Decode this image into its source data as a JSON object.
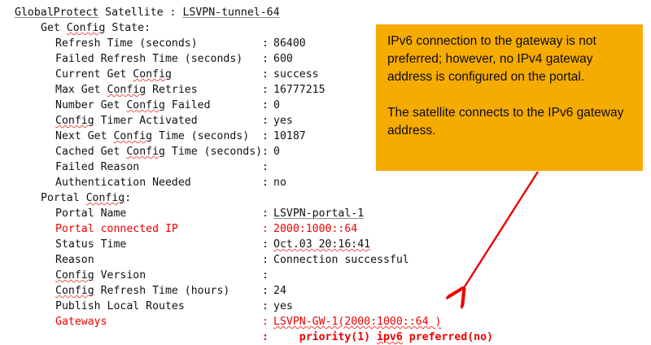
{
  "terminal": {
    "header": {
      "prefix": "GlobalProtect",
      "middle": " Satellite : ",
      "value": "LSVPN-tunnel-64"
    },
    "sections": [
      {
        "title_a": "Get ",
        "title_b": "Config",
        "title_c": " State:",
        "rows": [
          {
            "label": "Refresh Time (seconds)",
            "colon": ":",
            "value": "86400"
          },
          {
            "label": "Failed Refresh Time (seconds)",
            "colon": ":",
            "value": "600"
          },
          {
            "label_a": "Current Get ",
            "label_b": "Config",
            "colon": ":",
            "value": "success"
          },
          {
            "label_a": "Max Get ",
            "label_b": "Config",
            "label_c": " Retries",
            "colon": ":",
            "value": "16777215"
          },
          {
            "label_a": "Number Get ",
            "label_b": "Config",
            "label_c": " Failed",
            "colon": ":",
            "value": "0"
          },
          {
            "label_a": "",
            "label_b": "Config",
            "label_c": " Timer Activated",
            "colon": ":",
            "value": "yes"
          },
          {
            "label_a": "Next Get ",
            "label_b": "Config",
            "label_c": " Time (seconds)",
            "colon": ":",
            "value": "10187"
          },
          {
            "label_a": "Cached Get ",
            "label_b": "Config",
            "label_c": " Time (seconds)",
            "colon": ":",
            "value": "0"
          },
          {
            "label": "Failed Reason",
            "colon": ":",
            "value": ""
          },
          {
            "label": "Authentication Needed",
            "colon": ":",
            "value": "no"
          }
        ]
      },
      {
        "title_a": "Portal ",
        "title_b": "Config",
        "title_c": ":",
        "rows": [
          {
            "label": "Portal Name",
            "colon": ":",
            "value": "LSVPN-portal-1"
          },
          {
            "label": "Portal connected IP",
            "colon": ":",
            "value": "2000:1000::64"
          },
          {
            "label": "Status Time",
            "colon": ":",
            "value": "Oct.03 20:16:41"
          },
          {
            "label": "Reason",
            "colon": ":",
            "value": "Connection successful"
          },
          {
            "label_a": "",
            "label_b": "Config",
            "label_c": " Version",
            "colon": ":",
            "value": ""
          },
          {
            "label_a": "",
            "label_b": "Config",
            "label_c": " Refresh Time (hours)",
            "colon": ":",
            "value": "24"
          },
          {
            "label": "Publish Local Routes",
            "colon": ":",
            "value": "yes"
          },
          {
            "label": "Gateways",
            "colon": ":",
            "value": "LSVPN-GW-1(2000:1000::64 )"
          },
          {
            "label": "",
            "colon": ":",
            "value": "priority(1) ipv6 preferred(no)"
          }
        ]
      }
    ],
    "gateway_detail": {
      "indent": "    ",
      "priority": "priority(1) ",
      "ipv6": "ipv6",
      "preferred": " preferred(no)"
    }
  },
  "callout": {
    "paragraph_1": "IPv6 connection to the gateway is not preferred; however, no IPv4 gateway address is configured on the portal.",
    "paragraph_2": "The satellite connects to the IPv6 gateway address.",
    "background_color": "#f5ab00",
    "text_color": "#0d0d0d"
  },
  "annotation": {
    "arrow_color": "#ee0000",
    "arrow_from": "660,212",
    "arrow_to": "562,362"
  },
  "colors": {
    "highlight_red": "#ee0000",
    "terminal_text": "#111111"
  }
}
